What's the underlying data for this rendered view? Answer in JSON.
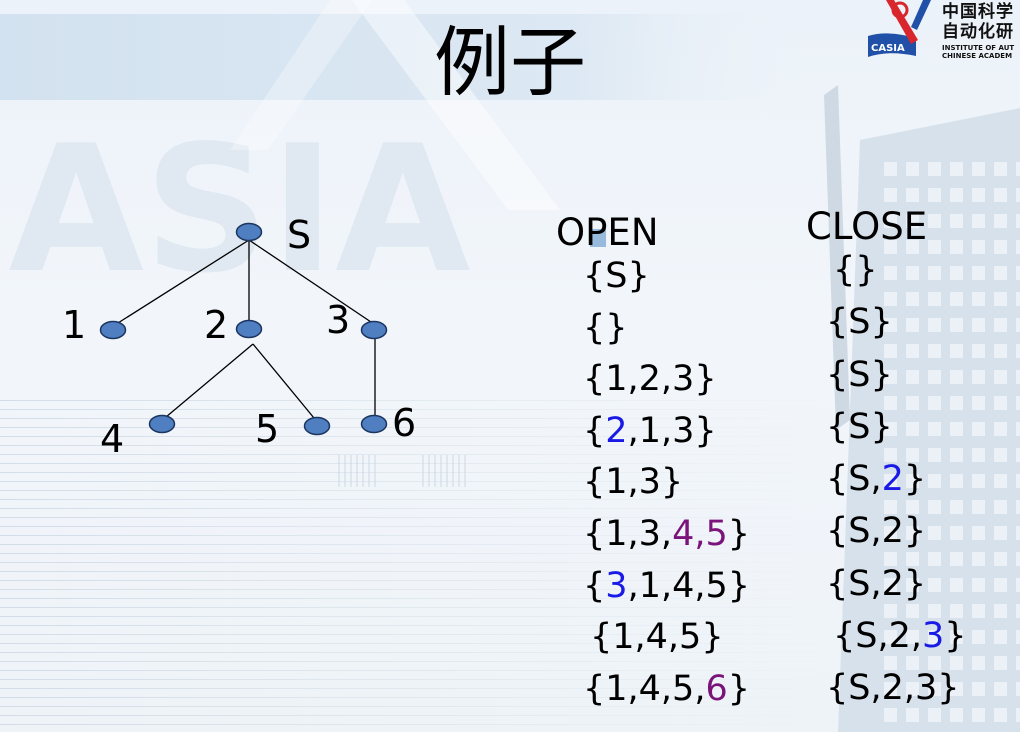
{
  "slide": {
    "title": "例子"
  },
  "logo": {
    "emblem_text": "CASIA",
    "name_line1": "中国科学",
    "name_line2": "自动化研",
    "en_line1": "INSTITUTE OF AUT",
    "en_line2": "CHINESE ACADEM"
  },
  "watermark": {
    "text": "CASIA"
  },
  "tree": {
    "nodes": {
      "root": "S",
      "n1": "1",
      "n2": "2",
      "n3": "3",
      "n4": "4",
      "n5": "5",
      "n6": "6"
    }
  },
  "lists": {
    "open": {
      "header": "OPEN",
      "rows": [
        [
          {
            "text": "{S}"
          }
        ],
        [
          {
            "text": "{}"
          }
        ],
        [
          {
            "text": "{1,2,3}"
          }
        ],
        [
          {
            "text": "{"
          },
          {
            "text": "2",
            "color": "#1a1ae6"
          },
          {
            "text": ",1,3}"
          }
        ],
        [
          {
            "text": "{1,3}"
          }
        ],
        [
          {
            "text": "{1,3,"
          },
          {
            "text": "4,5",
            "color": "#7a147a"
          },
          {
            "text": "}"
          }
        ],
        [
          {
            "text": "{"
          },
          {
            "text": "3",
            "color": "#1a1ae6"
          },
          {
            "text": ",1,4,5}"
          }
        ],
        [
          {
            "text": "{1,4,5}"
          }
        ],
        [
          {
            "text": "{1,4,5,"
          },
          {
            "text": "6",
            "color": "#7a147a"
          },
          {
            "text": "}"
          }
        ]
      ]
    },
    "close": {
      "header": "CLOSE",
      "rows": [
        [
          {
            "text": "{}"
          }
        ],
        [
          {
            "text": "{S}"
          }
        ],
        [
          {
            "text": "{S}"
          }
        ],
        [
          {
            "text": "{S}"
          }
        ],
        [
          {
            "text": "{S,"
          },
          {
            "text": "2",
            "color": "#1a1ae6"
          },
          {
            "text": "}"
          }
        ],
        [
          {
            "text": "{S,2}"
          }
        ],
        [
          {
            "text": "{S,2}"
          }
        ],
        [
          {
            "text": "{S,2,"
          },
          {
            "text": "3",
            "color": "#1a1ae6"
          },
          {
            "text": "}"
          }
        ],
        [
          {
            "text": "{S,2,3}"
          }
        ]
      ]
    }
  },
  "colors": {
    "text": "#000000",
    "highlight_blue": "#1a1ae6",
    "highlight_purple": "#7a147a",
    "node_fill": "#4f7fc0",
    "node_stroke": "#1c3560",
    "logo_red": "#d8262c",
    "logo_blue": "#2050a8"
  }
}
